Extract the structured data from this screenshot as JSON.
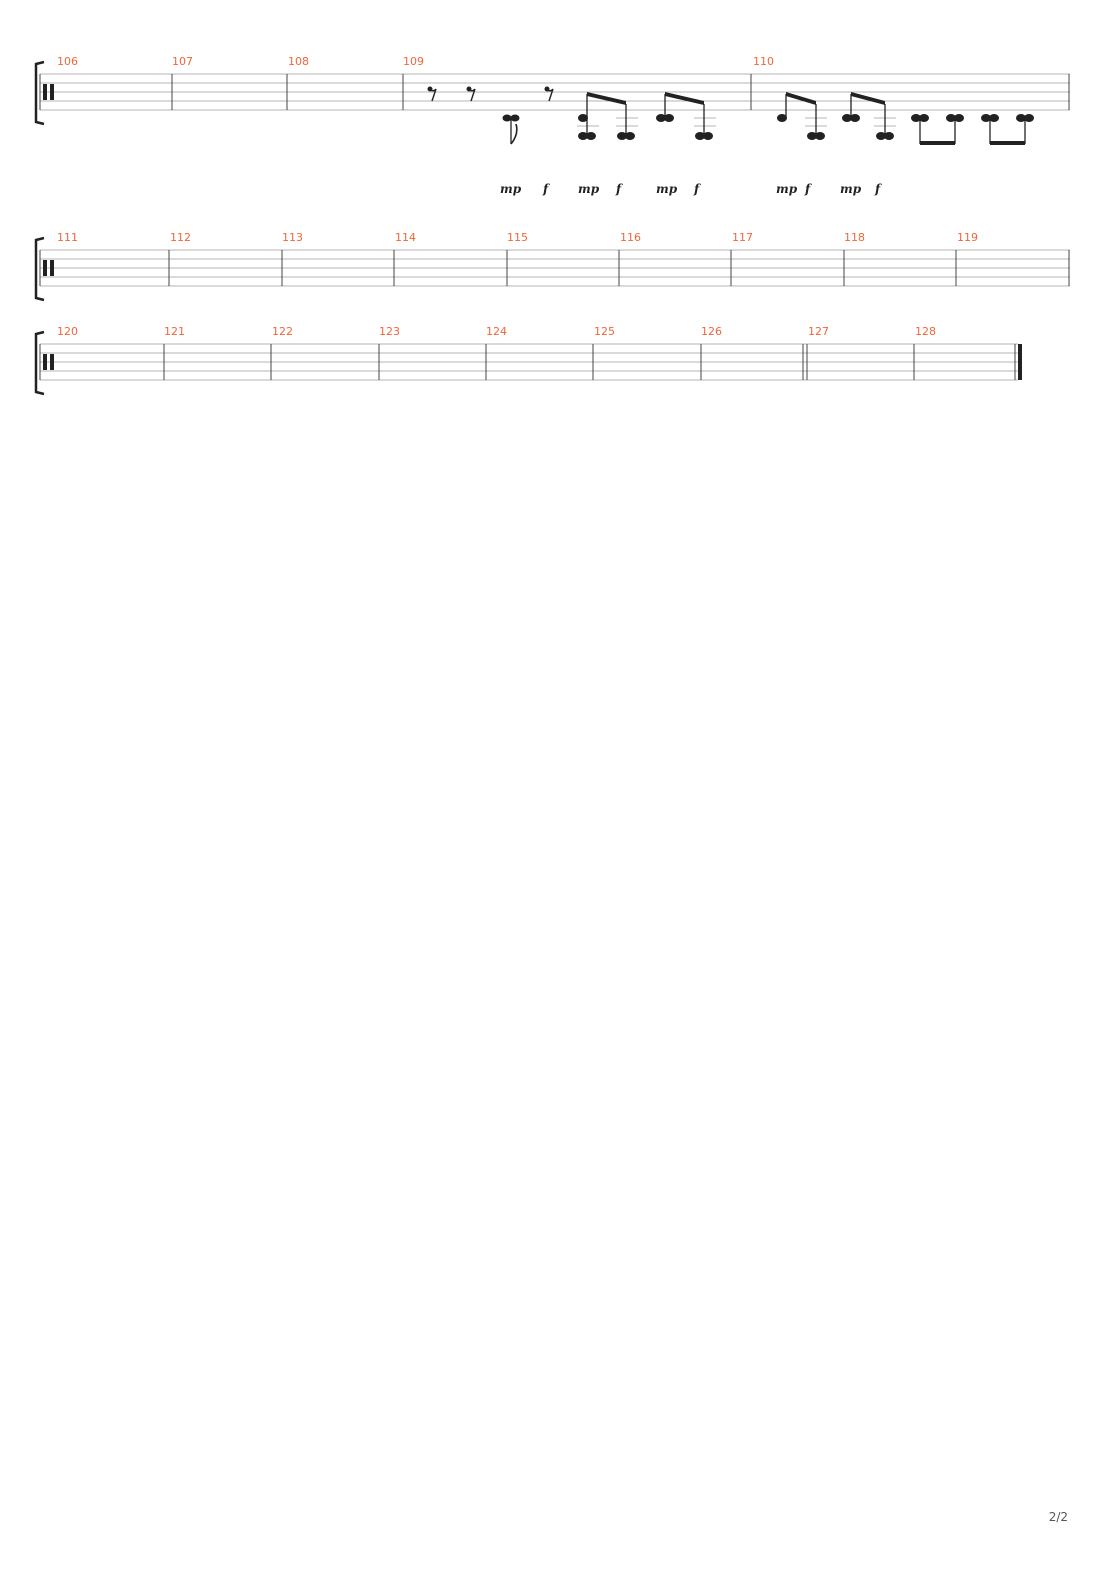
{
  "page": {
    "number_text": "2/2"
  },
  "systems": [
    {
      "clef": "percussion",
      "measures": [
        "106",
        "107",
        "108",
        "109",
        "110"
      ]
    },
    {
      "clef": "percussion",
      "measures": [
        "111",
        "112",
        "113",
        "114",
        "115",
        "116",
        "117",
        "118",
        "119"
      ]
    },
    {
      "clef": "percussion",
      "measures": [
        "120",
        "121",
        "122",
        "123",
        "124",
        "125",
        "126",
        "127",
        "128"
      ]
    }
  ],
  "dynamics": [
    "mp",
    "f",
    "mp",
    "f",
    "mp",
    "f",
    "mp",
    "f",
    "mp",
    "f"
  ],
  "colors": {
    "measure_number": "#f0663a",
    "notation": "#222222",
    "staff_line": "#b4b4b4"
  }
}
